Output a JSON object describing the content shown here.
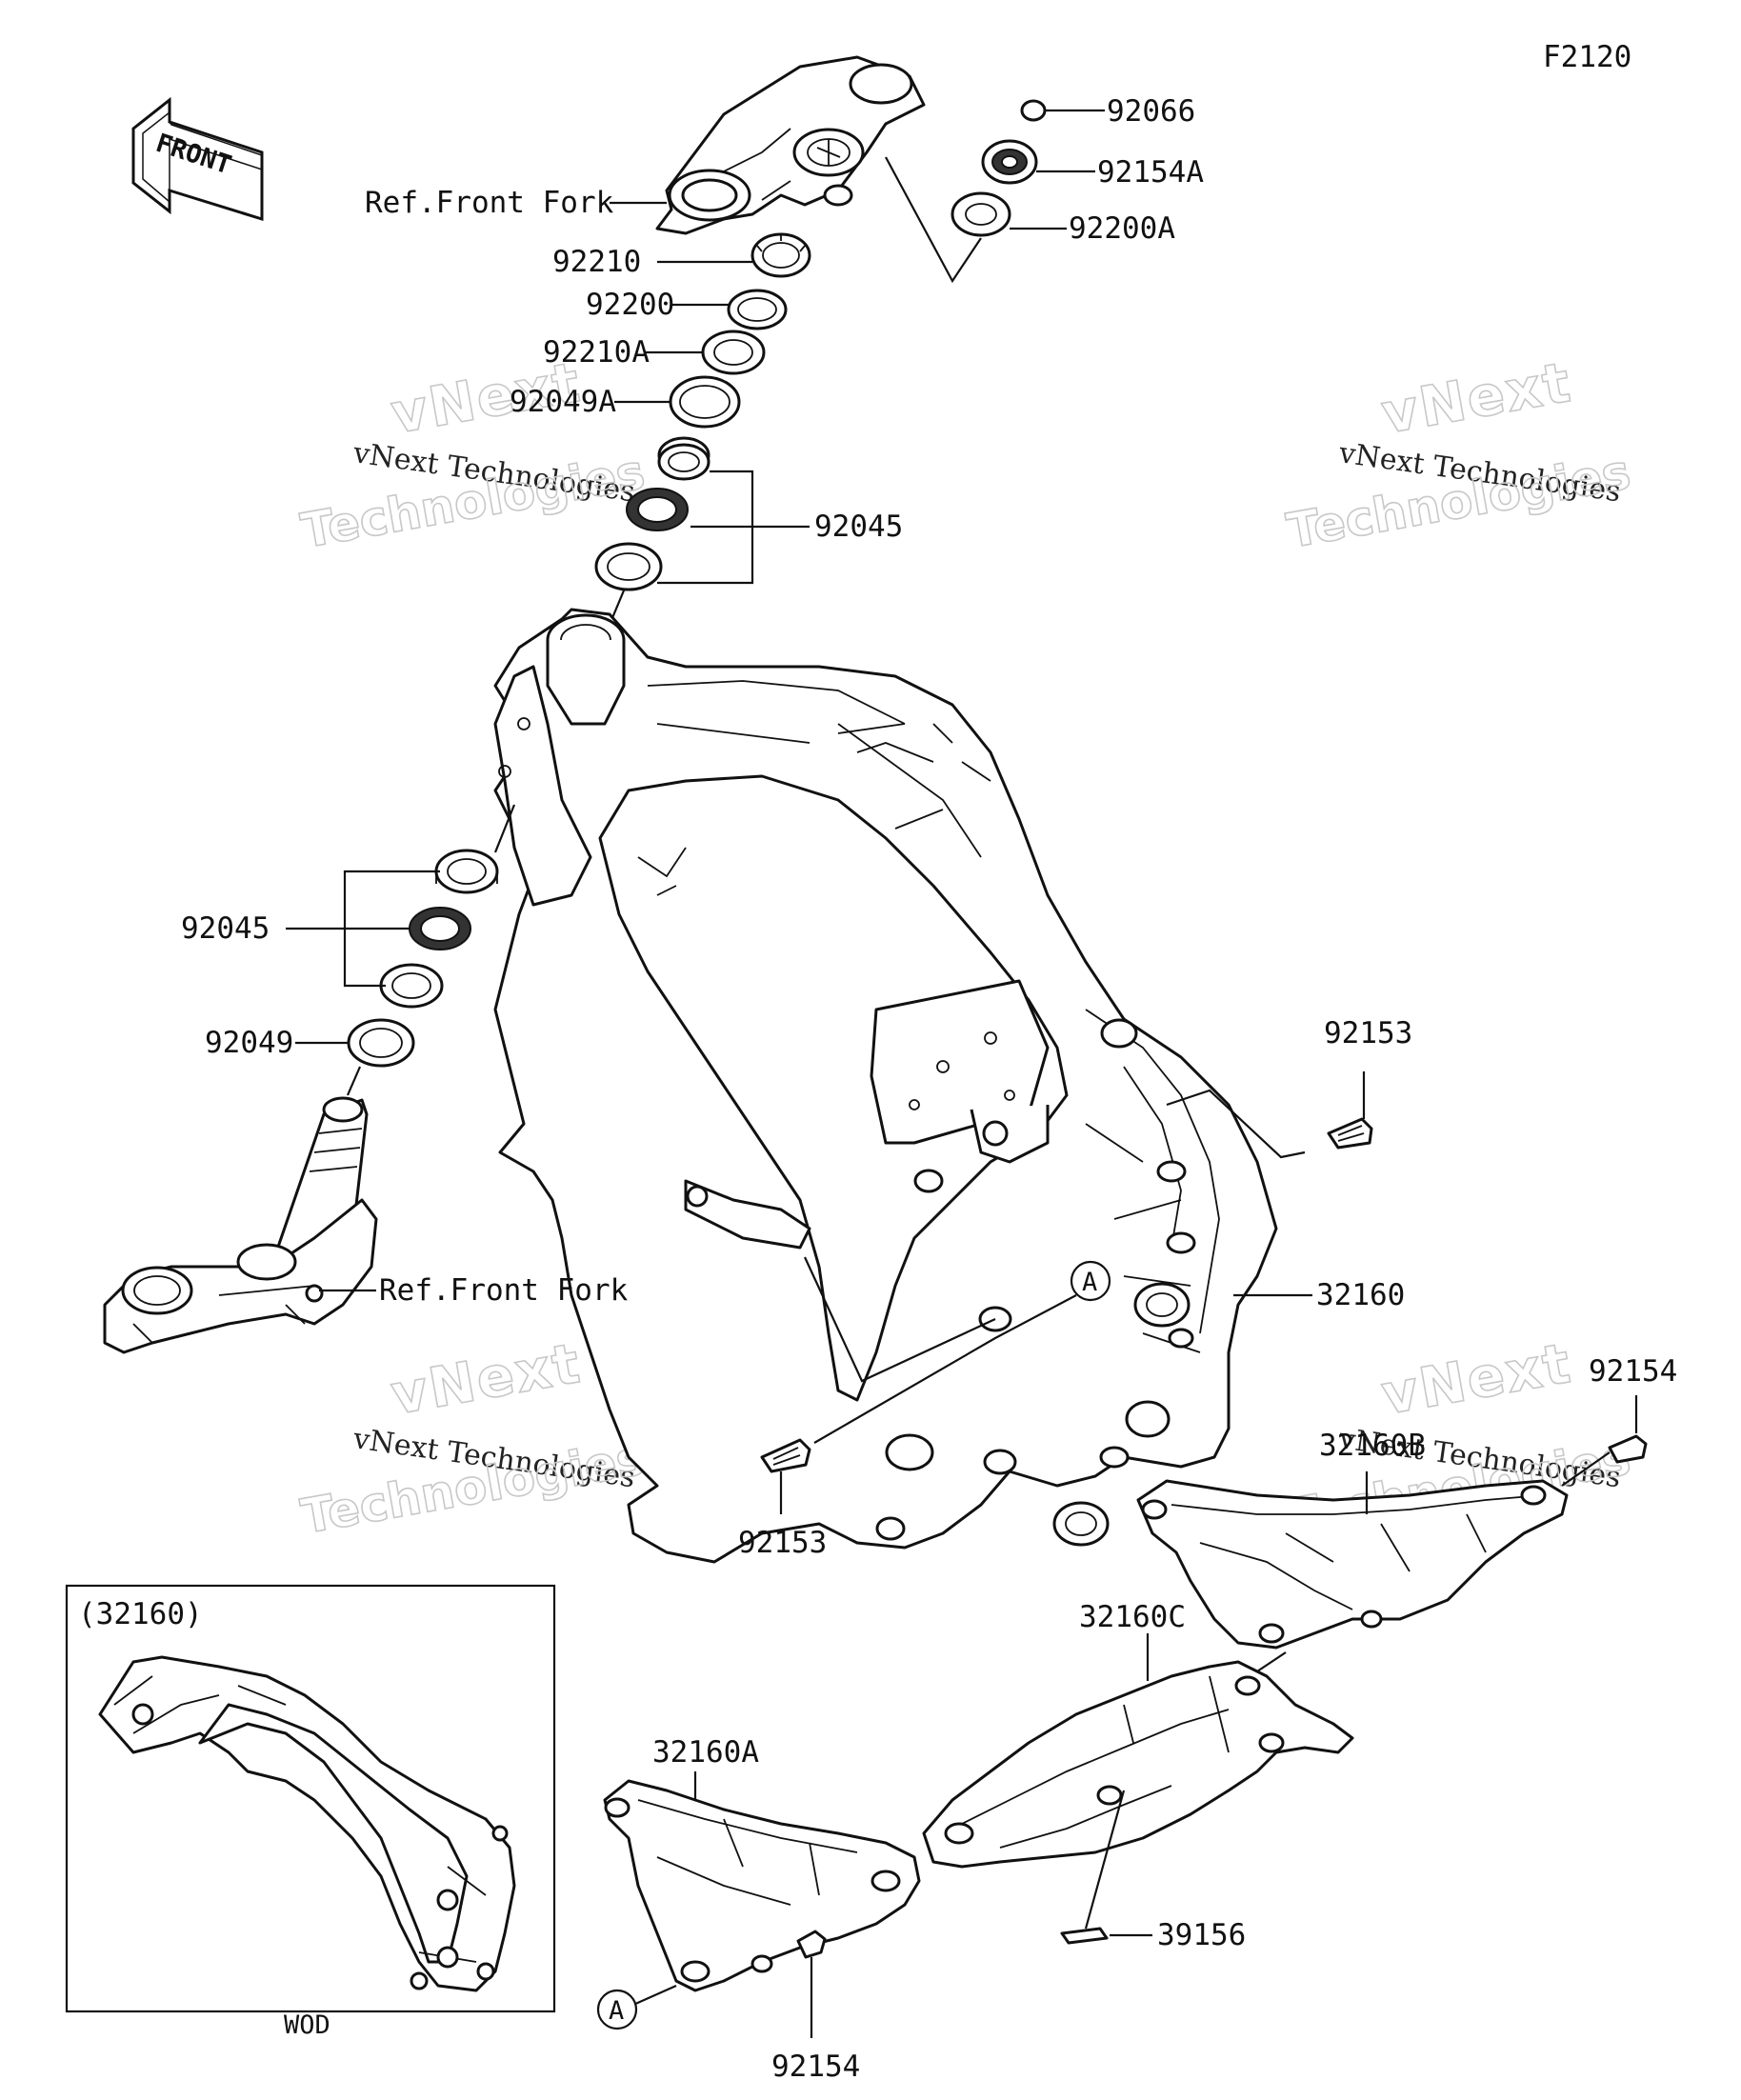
{
  "diagram_code": "F2120",
  "front_arrow": {
    "label": "FRONT",
    "icon": "front-direction-arrow-icon"
  },
  "ref_labels": {
    "upper_fork": "Ref.Front Fork",
    "lower_fork": "Ref.Front Fork"
  },
  "parts": {
    "p92066": "92066",
    "p92154A": "92154A",
    "p92200A": "92200A",
    "p92210": "92210",
    "p92200": "92200",
    "p92210A": "92210A",
    "p92049A": "92049A",
    "p92045_upper": "92045",
    "p92045_lower": "92045",
    "p92049": "92049",
    "p92153_right": "92153",
    "p92153_left": "92153",
    "p32160": "32160",
    "p92154_right": "92154",
    "p32160B": "32160B",
    "p32160C": "32160C",
    "p32160A": "32160A",
    "p39156": "39156",
    "p92154_bottom": "92154"
  },
  "callouts": {
    "a_top": "A",
    "a_bottom": "A"
  },
  "inset": {
    "title": "(32160)",
    "caption": "WOD"
  },
  "watermarks": [
    {
      "line1": "vNext",
      "line2": "vNext Technologies",
      "line3": "Technologies"
    },
    {
      "line1": "vNext",
      "line2": "vNext Technologies",
      "line3": "Technologies"
    },
    {
      "line1": "vNext",
      "line2": "vNext Technologies",
      "line3": "Technologies"
    },
    {
      "line1": "vNext",
      "line2": "vNext Technologies",
      "line3": "Technologies"
    }
  ]
}
